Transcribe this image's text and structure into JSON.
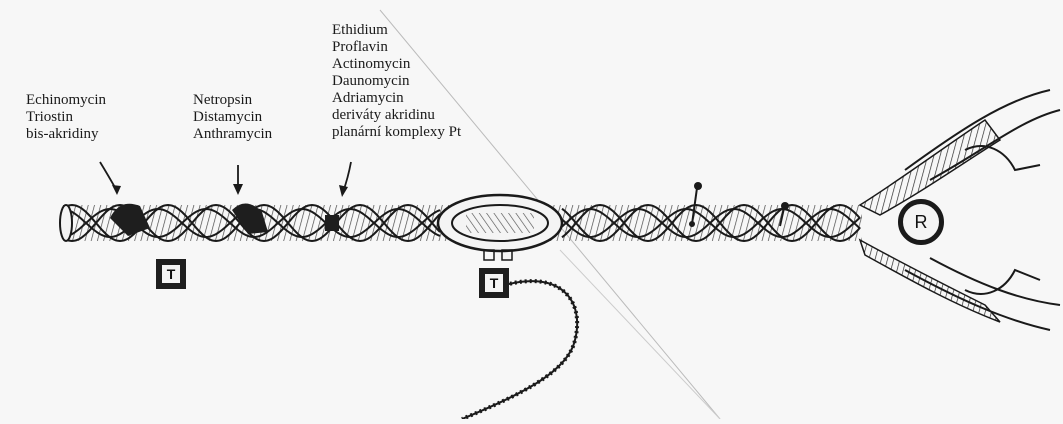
{
  "labels": {
    "intercalators_bisected": [
      "Echinomycin",
      "Triostin",
      "bis-akridiny"
    ],
    "minor_groove_binders": [
      "Netropsin",
      "Distamycin",
      "Anthramycin"
    ],
    "intercalators": [
      "Ethidium",
      "Proflavin",
      "Actinomycin",
      "Daunomycin",
      "Adriamycin",
      "deriváty akridinu",
      "planární komplexy Pt"
    ]
  },
  "markers": {
    "t_box_1": "T",
    "t_box_2": "T",
    "r_circle": "R"
  }
}
